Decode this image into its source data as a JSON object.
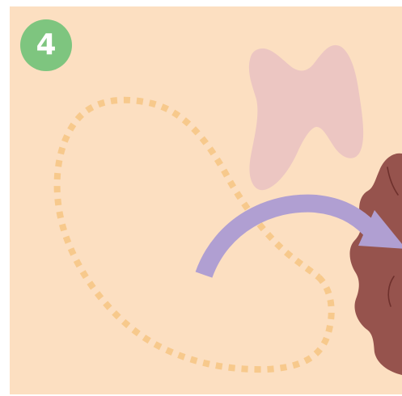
{
  "step": {
    "number": "4"
  },
  "colors": {
    "background": "#fcdfc1",
    "badge": "#7ec57f",
    "badge_text": "#ffffff",
    "pink_shape": "#ecc6c2",
    "dotted_path": "#f7c98c",
    "arrow": "#b09fd2",
    "brown_shape": "#96534d",
    "brown_shape_line": "#6e302c"
  },
  "icons": {
    "step_badge": "step-number-badge",
    "arrow": "curved-arrow-icon",
    "pink_shape": "pink-blob-shape",
    "brown_shape": "brown-blob-shape",
    "dotted_path": "dotted-loop-path"
  }
}
